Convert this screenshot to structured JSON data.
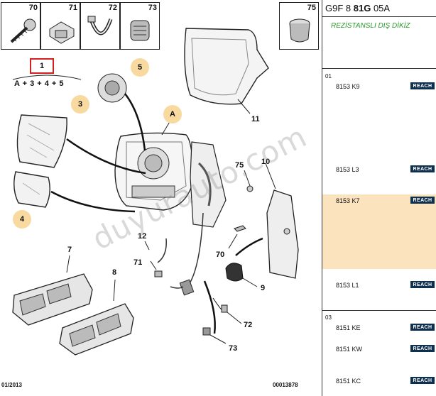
{
  "thumbnails": [
    {
      "num": "70",
      "icon": "screw-icon"
    },
    {
      "num": "71",
      "icon": "clip-icon"
    },
    {
      "num": "72",
      "icon": "cable-tie-icon"
    },
    {
      "num": "73",
      "icon": "grommet-icon"
    },
    {
      "num": "75",
      "icon": "cap-icon"
    }
  ],
  "assembly": {
    "ref": "1",
    "formula": "A + 3 + 4 + 5"
  },
  "callouts": {
    "A": "A",
    "c3": "3",
    "c4": "4",
    "c5": "5",
    "c7": "7",
    "c8": "8",
    "c9": "9",
    "c10": "10",
    "c11": "11",
    "c12": "12",
    "c70": "70",
    "c71": "71",
    "c72": "72",
    "c73": "73",
    "c75": "75"
  },
  "footer": {
    "date": "01/2013",
    "doc": "00013878"
  },
  "watermark": "duyurauto.com",
  "panel": {
    "code_prefix": "G9F 8 ",
    "code_bold": "81G",
    "code_suffix": " 05A",
    "description": "REZİSTANSLI DIŞ DİKİZ",
    "sections": [
      {
        "num": "01",
        "parts": [
          {
            "ref": "8153 K9",
            "badge": "REACH"
          },
          {
            "ref": "8153 L3",
            "badge": "REACH"
          },
          {
            "ref": "8153 K7",
            "badge": "REACH"
          },
          {
            "ref": "8153 L1",
            "badge": "REACH"
          }
        ]
      },
      {
        "num": "03",
        "parts": [
          {
            "ref": "8151 KE",
            "badge": "REACH"
          },
          {
            "ref": "8151 KW",
            "badge": "REACH"
          },
          {
            "ref": "8151 KC",
            "badge": "REACH"
          }
        ]
      }
    ]
  },
  "colors": {
    "highlight": "#fbe3be",
    "badge": "#0e2f4e",
    "callout": "#f8d9a0",
    "desc": "#2a9a2a",
    "assembly_box": "#d62020"
  }
}
